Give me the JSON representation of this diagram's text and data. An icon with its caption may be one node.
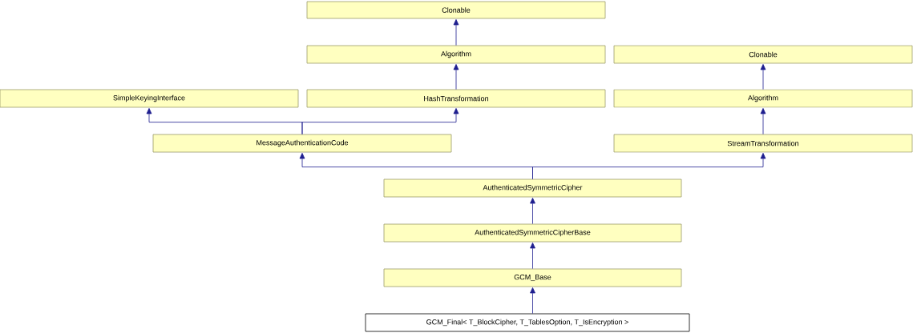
{
  "diagram": {
    "nodes": [
      {
        "text": [
          "Clonable"
        ]
      },
      {
        "text": [
          "Algorithm"
        ]
      },
      {
        "text": [
          "Clonable"
        ]
      },
      {
        "text": [
          "SimpleKeyingInterface"
        ]
      },
      {
        "text": [
          "HashTransformation"
        ]
      },
      {
        "text": [
          "Algorithm"
        ]
      },
      {
        "text": [
          "MessageAuthenticationCode"
        ]
      },
      {
        "text": [
          "StreamTransformation"
        ]
      },
      {
        "text": [
          "AuthenticatedSymmetricCipher"
        ]
      },
      {
        "text": [
          "AuthenticatedSymmetricCipherBase"
        ]
      },
      {
        "text": [
          "GCM_Base"
        ]
      },
      {
        "text": [
          "GCM_Final< T_BlockCipher, T_TablesOption, T_IsEncryption >"
        ]
      }
    ],
    "edges": [
      {
        "from": 1,
        "to": 0,
        "arrow": "to"
      },
      {
        "from": 4,
        "to": 1,
        "arrow": "to"
      },
      {
        "from": 5,
        "to": 2,
        "arrow": "to"
      },
      {
        "from": 6,
        "to": 3,
        "arrow": "to"
      },
      {
        "from": 6,
        "to": 4,
        "arrow": "to"
      },
      {
        "from": 7,
        "to": 5,
        "arrow": "to"
      },
      {
        "from": 8,
        "to": 6,
        "arrow": "to"
      },
      {
        "from": 8,
        "to": 7,
        "arrow": "to"
      },
      {
        "from": 9,
        "to": 8,
        "arrow": "to"
      },
      {
        "from": 10,
        "to": 9,
        "arrow": "to"
      },
      {
        "from": 11,
        "to": 10,
        "arrow": "to"
      }
    ]
  }
}
